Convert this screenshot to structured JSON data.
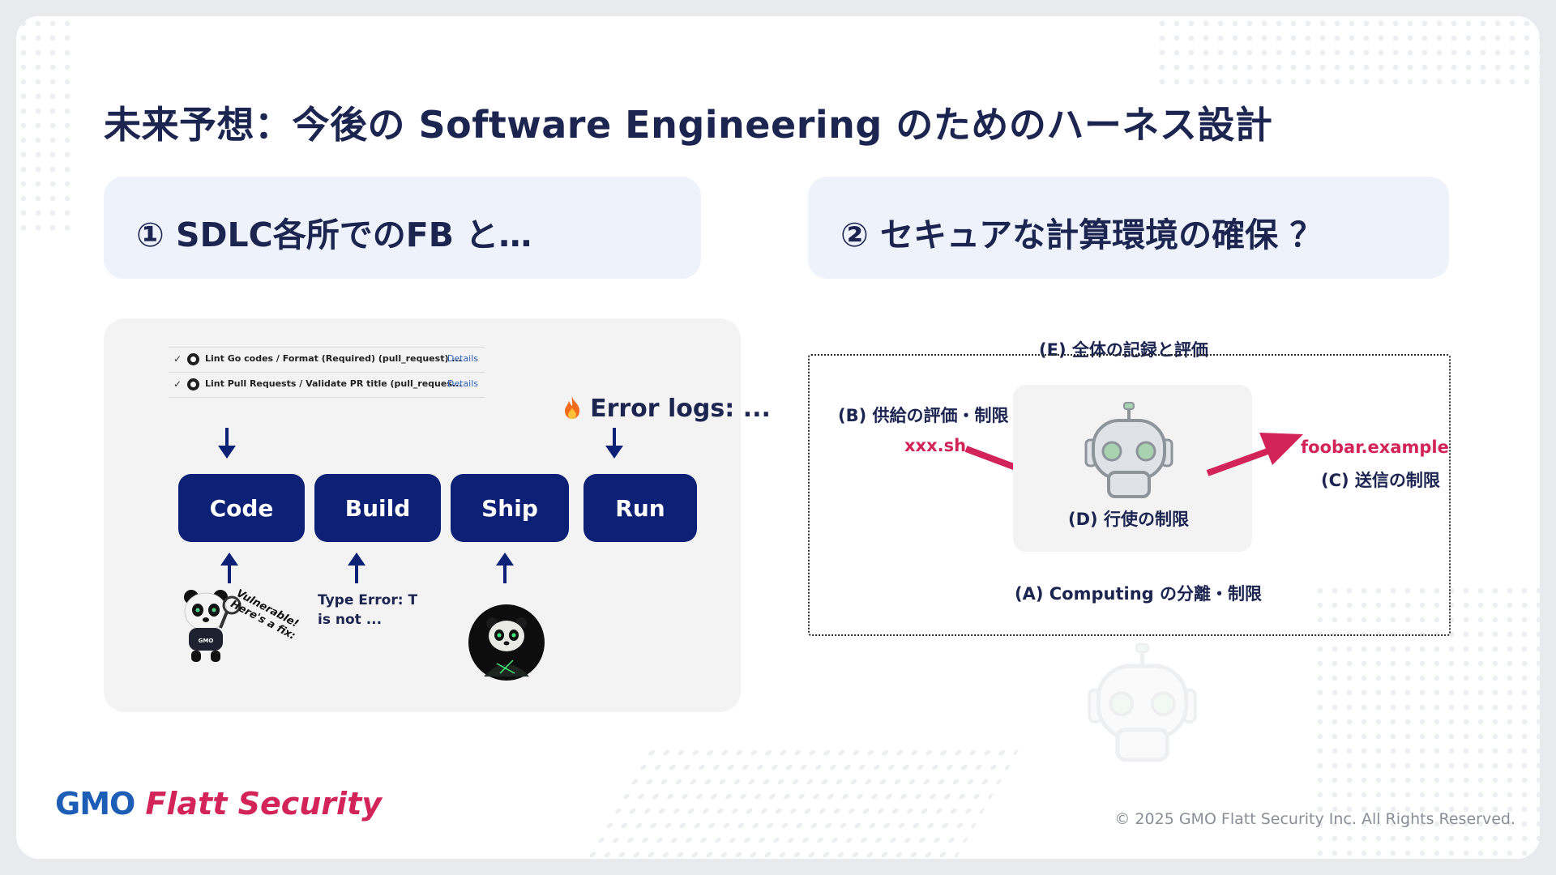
{
  "slide": {
    "title": "未来予想：今後の Software Engineering のためのハーネス設計",
    "copyright": "© 2025 GMO Flatt Security Inc. All Rights Reserved."
  },
  "section1": {
    "title": "① SDLC各所でのFB と…",
    "checks": [
      {
        "text": "Lint Go codes / Format (Required) (pull_request) ...",
        "link": "Details"
      },
      {
        "text": "Lint Pull Requests / Validate PR title (pull_reques...",
        "link": "Details"
      }
    ],
    "error_logs": "Error logs: ...",
    "stages": [
      "Code",
      "Build",
      "Ship",
      "Run"
    ],
    "type_error": "Type Error: T is not ...",
    "speech": "Vulnerable!\nHere's a fix:",
    "panda_shirt": "GMO"
  },
  "section2": {
    "title": "② セキュアな計算環境の確保 ？",
    "label_e": "(E) 全体の記録と評価",
    "label_b": "(B) 供給の評価・制限",
    "input_file": "xxx.sh",
    "label_d": "(D) 行使の制限",
    "output_host": "foobar.example",
    "label_c": "(C) 送信の制限",
    "label_a": "(A) Computing の分離・制限"
  },
  "logo": {
    "gmo": "GMO",
    "product": "Flatt Security",
    "gmo_color": "#1c5db5",
    "product_color": "#d3245a"
  },
  "colors": {
    "navy": "#0c2075",
    "accent": "#d3245a",
    "robot_gray": "#8e949c",
    "robot_green": "#a9d2b0"
  }
}
